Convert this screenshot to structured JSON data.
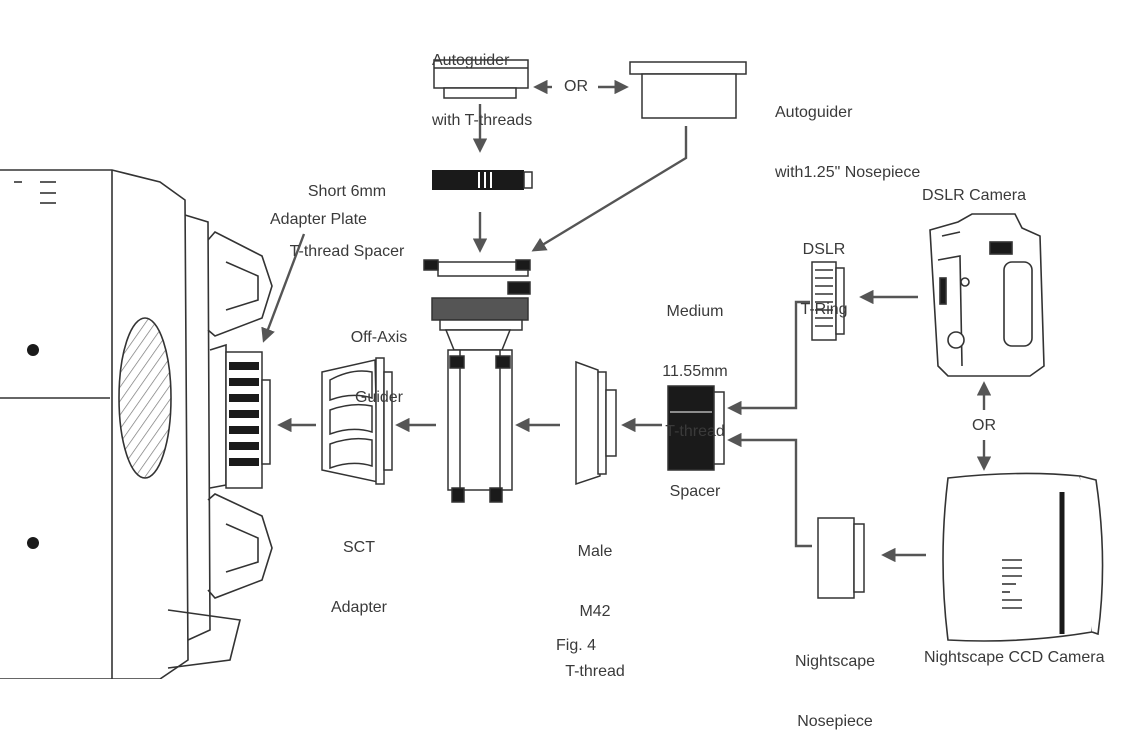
{
  "labels": {
    "autoguider_t": [
      "Autoguider",
      "with T-threads"
    ],
    "or_top": "OR",
    "autoguider_nose": [
      "Autoguider",
      "with1.25\" Nosepiece"
    ],
    "short_spacer": [
      "Short 6mm",
      "T-thread Spacer"
    ],
    "adapter_plate": "Adapter Plate",
    "off_axis": [
      "Off-Axis",
      "Guider"
    ],
    "dslr_tring": [
      "DSLR",
      "T-Ring"
    ],
    "dslr_camera": "DSLR Camera",
    "medium_spacer": [
      "Medium",
      "11.55mm",
      "T-thread",
      "Spacer"
    ],
    "or_right": "OR",
    "sct_adapter": [
      "SCT",
      "Adapter"
    ],
    "male_m42": [
      "Male",
      "M42",
      "T-thread"
    ],
    "nightscape_nose": [
      "Nightscape",
      "Nosepiece"
    ],
    "fig": "Fig. 4",
    "nightscape_ccd": "Nightscape CCD Camera"
  },
  "colors": {
    "ink": "#3a3a3a",
    "arrow": "#555555",
    "dark": "#1a1a1a"
  }
}
